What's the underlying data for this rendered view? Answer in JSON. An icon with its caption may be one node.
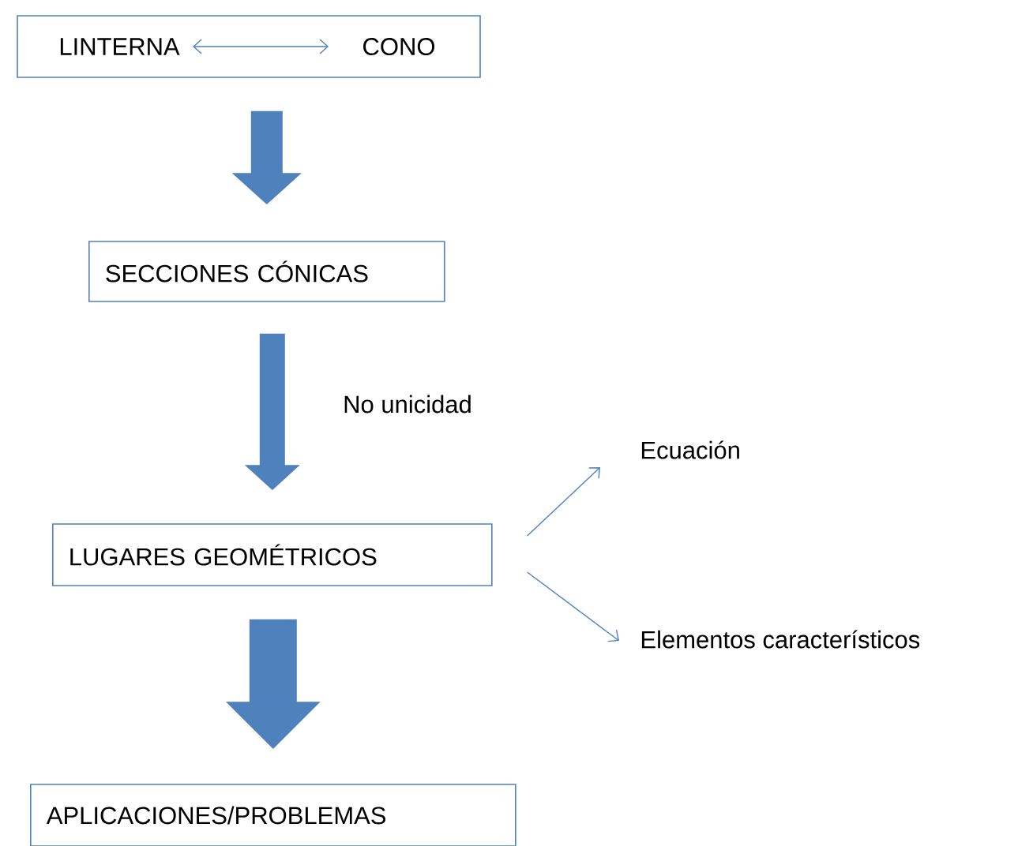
{
  "diagram": {
    "nodes": [
      {
        "text": [],
        "shape": "box"
      },
      {
        "text": [
          "LINTERNA"
        ],
        "in": 0
      },
      {
        "text": [
          "CONO"
        ],
        "in": 0
      },
      {
        "text": [
          "SECCIONES CÓNICAS"
        ]
      },
      {
        "text": [
          "LUGARES GEOMÉTRICOS"
        ]
      },
      {
        "text": [
          "APLICACIONES/PROBLEMAS"
        ]
      },
      {
        "text": [
          "Ecuación"
        ]
      },
      {
        "text": [
          "Elementos característicos"
        ]
      }
    ],
    "edges": [
      {
        "from": 1,
        "to": 2,
        "arrow": "both"
      },
      {
        "from": 0,
        "to": 3,
        "arrow": "to",
        "style": "thick"
      },
      {
        "from": 3,
        "to": 4,
        "arrow": "to",
        "style": "thick",
        "label": "No unicidad"
      },
      {
        "from": 4,
        "to": 5,
        "arrow": "to",
        "style": "thick"
      },
      {
        "from": 4,
        "to": 6,
        "arrow": "to"
      },
      {
        "from": 4,
        "to": 7,
        "arrow": "to"
      }
    ]
  }
}
